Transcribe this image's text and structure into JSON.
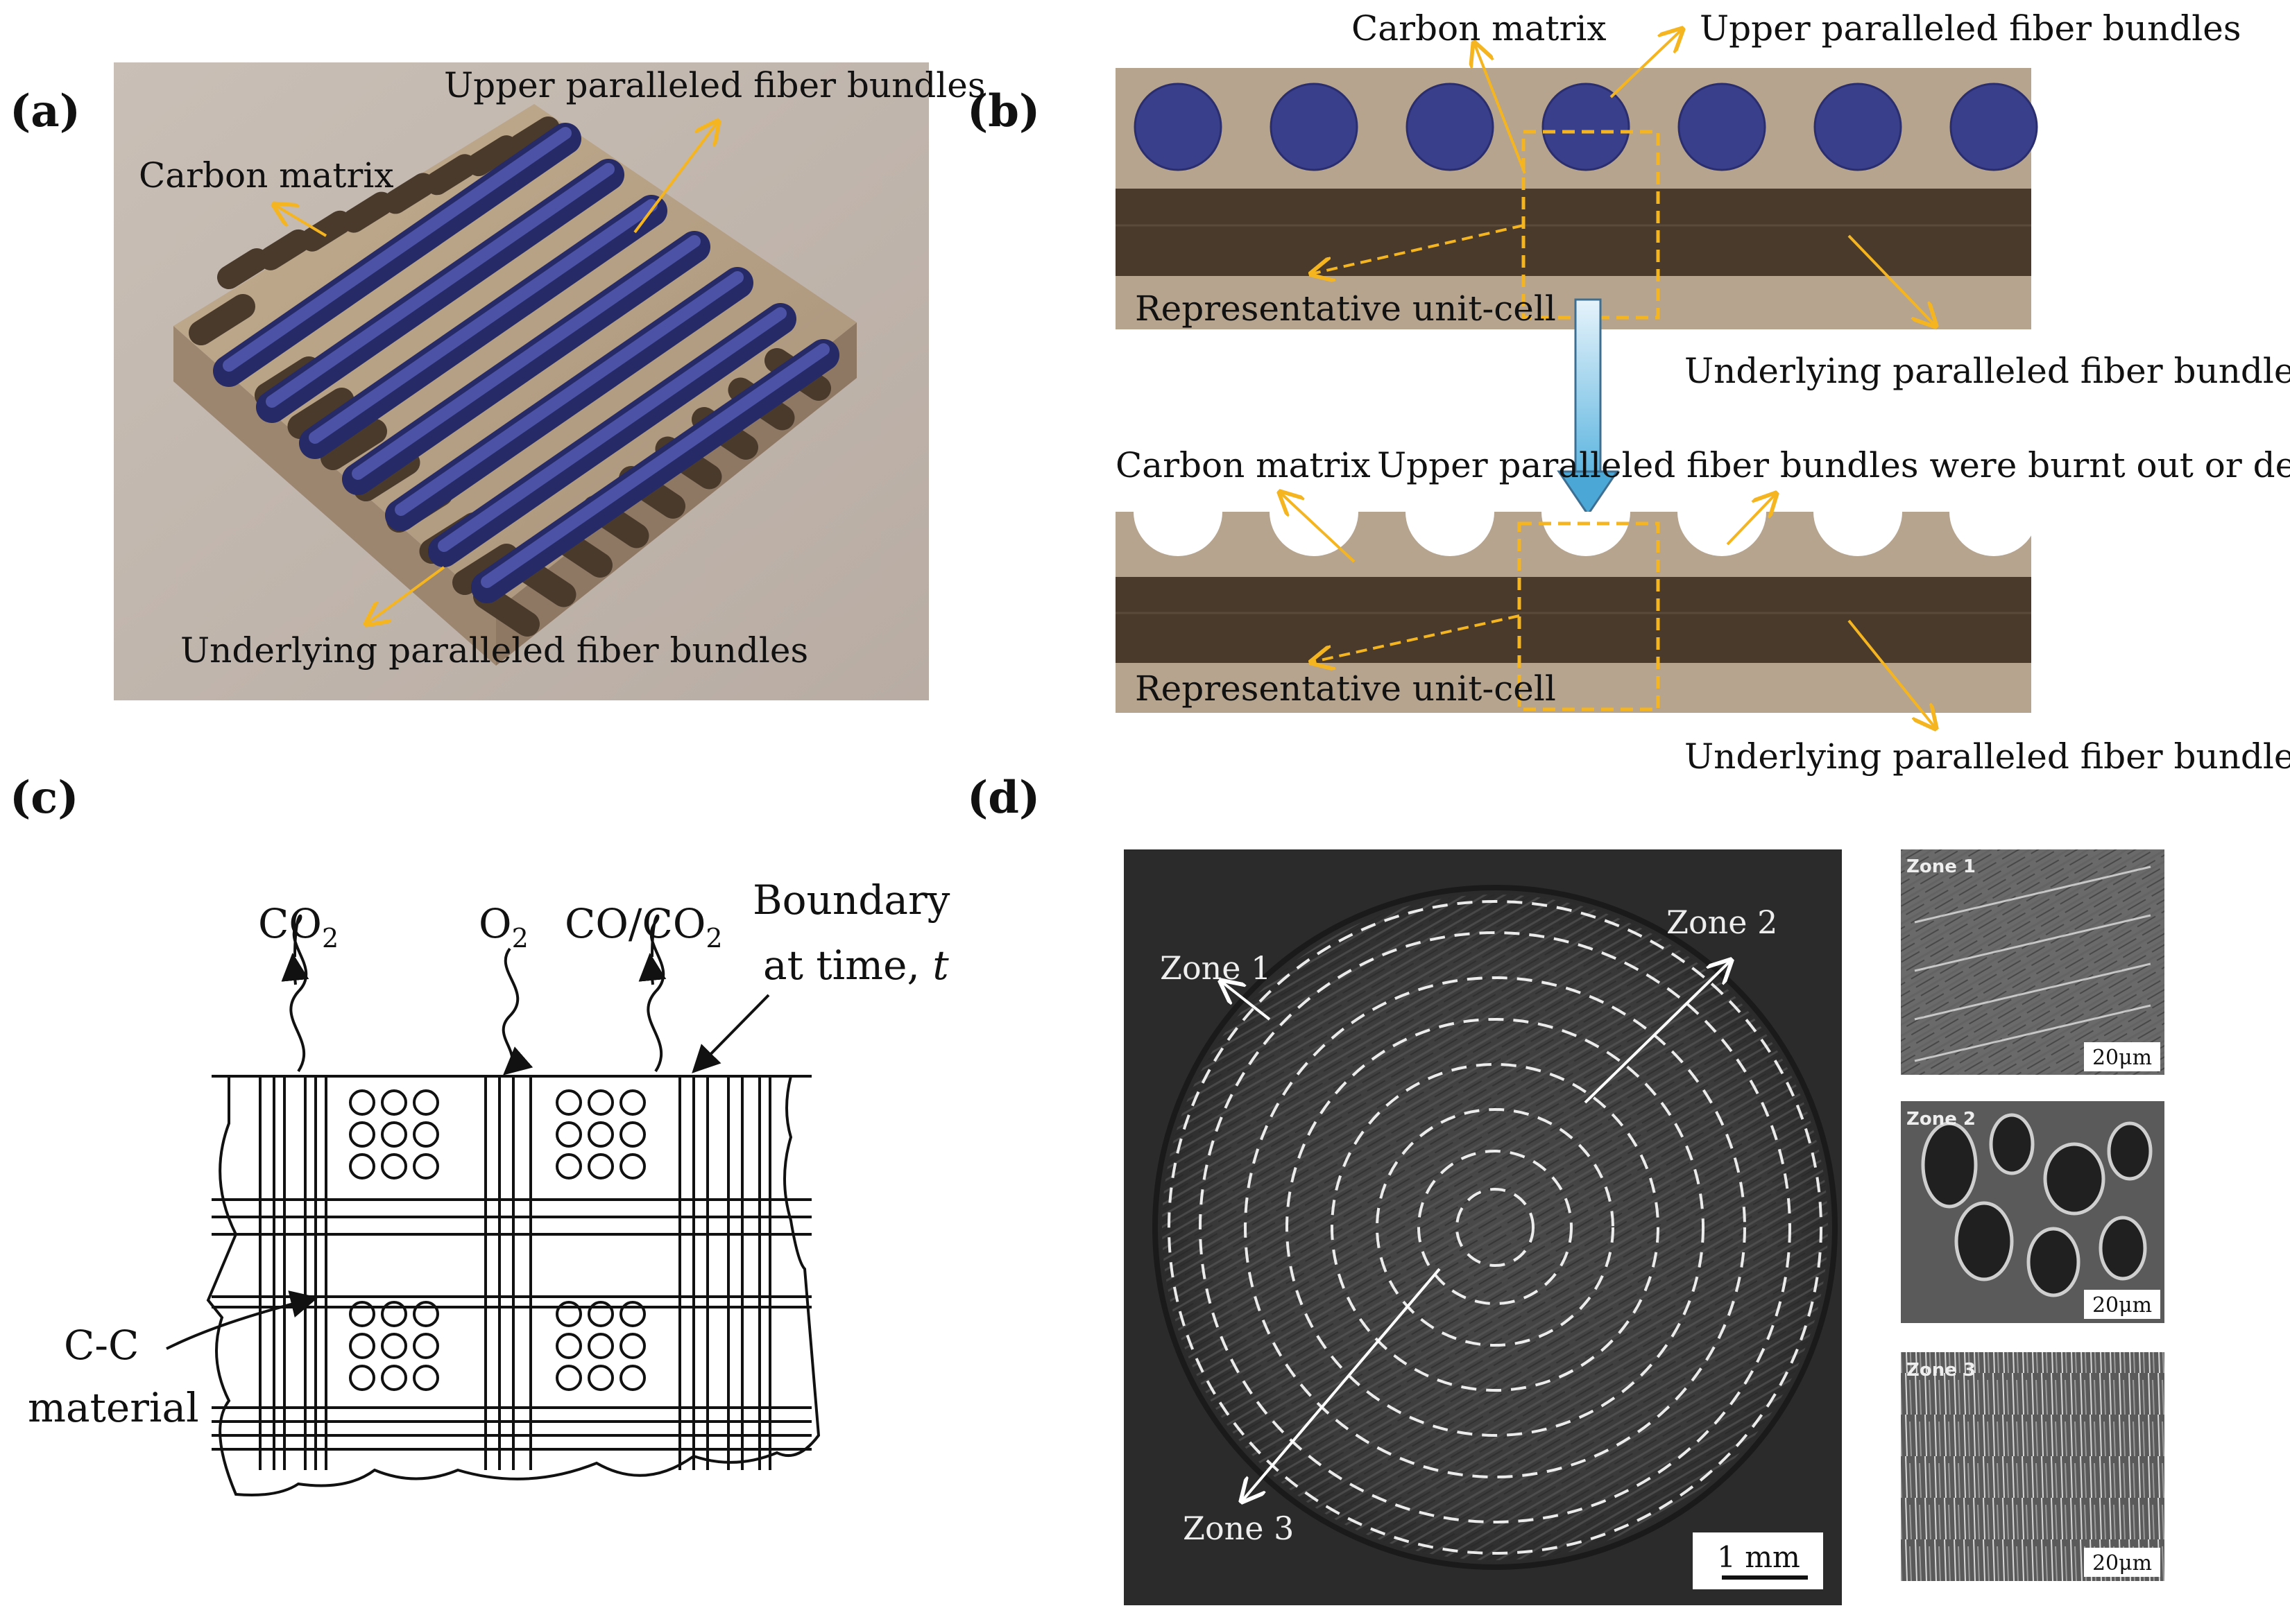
{
  "panels": {
    "a": {
      "label": "(a)",
      "carbon_matrix": "Carbon matrix",
      "upper_bundles": "Upper paralleled fiber bundles",
      "underlying_bundles": "Underlying paralleled fiber bundles"
    },
    "b": {
      "label": "(b)",
      "top": {
        "carbon_matrix": "Carbon matrix",
        "upper_bundles": "Upper paralleled fiber bundles",
        "unit_cell": "Representative unit-cell",
        "underlying_bundles": "Underlying paralleled fiber bundles"
      },
      "bottom": {
        "carbon_matrix": "Carbon matrix",
        "upper_bundles": "Upper paralleled fiber bundles were burnt out or denuded",
        "unit_cell": "Representative unit-cell",
        "underlying_bundles": "Underlying paralleled fiber bundles"
      }
    },
    "c": {
      "label": "(c)",
      "co2": "CO",
      "co2_sub": "2",
      "o2": "O",
      "o2_sub": "2",
      "co_co2_a": "CO/CO",
      "co_co2_sub": "2",
      "boundary_line1": "Boundary",
      "boundary_line2": "at time, ",
      "boundary_t": "t",
      "cc_line1": "C-C",
      "cc_line2": "material"
    },
    "d": {
      "label": "(d)",
      "zone1": "Zone 1",
      "zone2": "Zone 2",
      "zone3": "Zone 3",
      "scale_main": "1 mm",
      "insets": [
        {
          "zone": "Zone 1",
          "scale": "20μm"
        },
        {
          "zone": "Zone 2",
          "scale": "20μm"
        },
        {
          "zone": "Zone 3",
          "scale": "20μm"
        }
      ]
    }
  },
  "colors": {
    "matrix": "#b6a48e",
    "fiber_upper": "#3a3f8c",
    "fiber_under": "#4a3a2c",
    "arrow": "#f5b520",
    "dashed_box": "#f5b520",
    "sem_bg": "#2b2b2b"
  }
}
